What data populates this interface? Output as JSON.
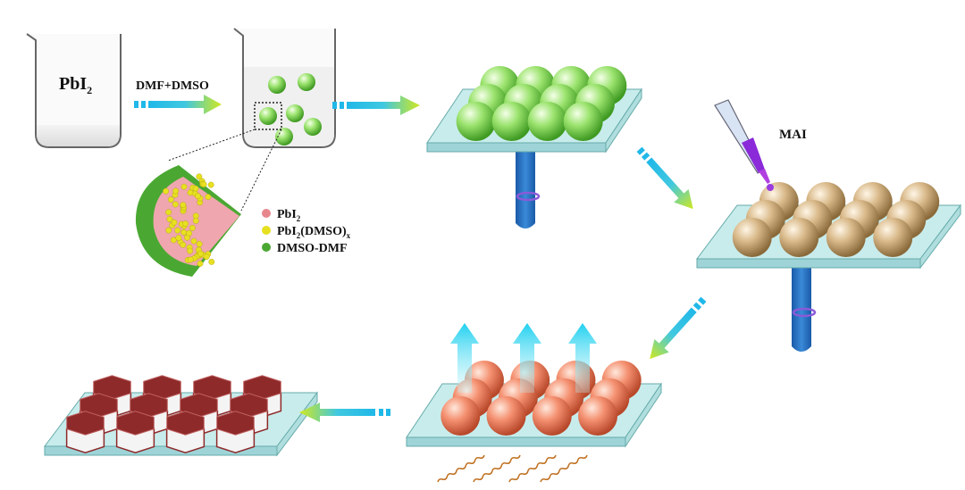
{
  "beaker1": {
    "label": "PbI",
    "sub": "2"
  },
  "arrow1": {
    "label": "DMF+DMSO"
  },
  "legend": [
    {
      "label": "PbI",
      "sub": "2",
      "after": "",
      "color": "#e8868e"
    },
    {
      "label": "PbI",
      "sub": "2",
      "after": "(DMSO)",
      "sub2": "x",
      "color": "#e6e020"
    },
    {
      "label": "DMSO-DMF",
      "sub": "",
      "after": "",
      "color": "#4aa832"
    }
  ],
  "pipette": {
    "label": "MAI"
  },
  "colors": {
    "green": "#8fe06a",
    "tan": "#c9a77a",
    "orange": "#f08a64",
    "hex": "#8e2a2a",
    "plate": "#bfe6e6",
    "arrow_cyan": "#27c6e6",
    "arrow_yellow": "#c8e020"
  }
}
